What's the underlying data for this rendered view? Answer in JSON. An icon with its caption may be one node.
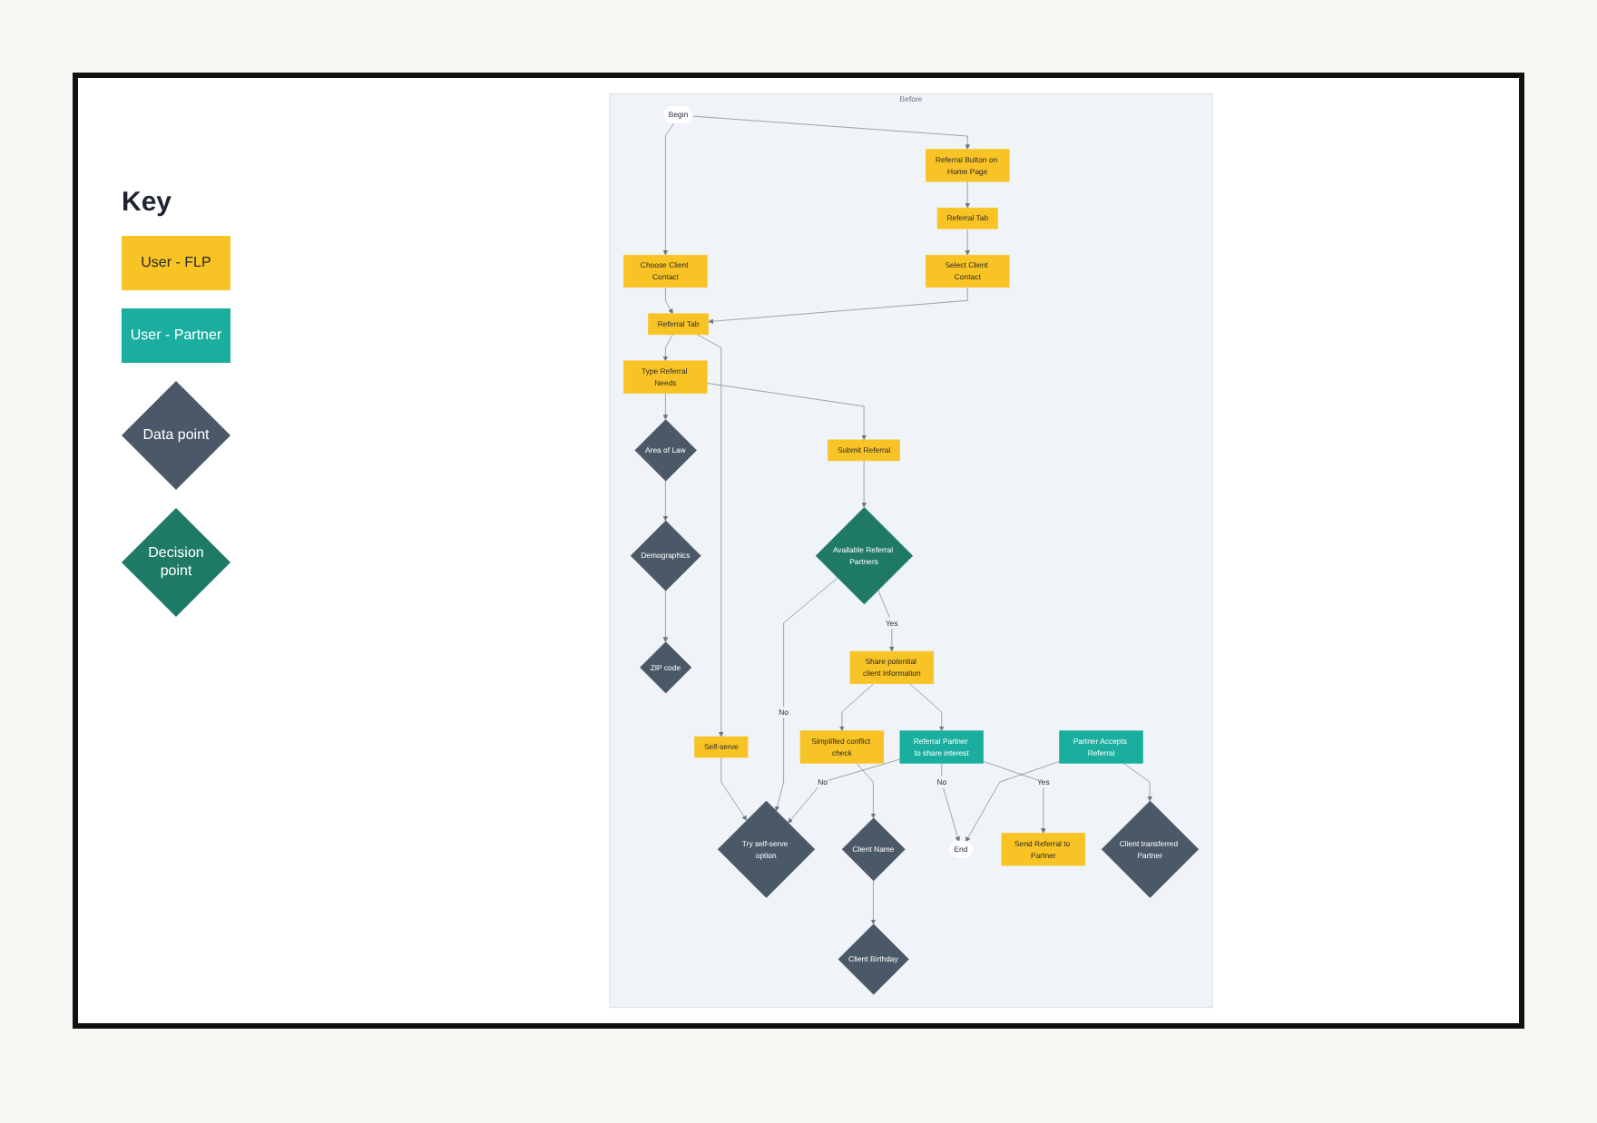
{
  "diagram": {
    "nodes": [
      {
        "text": [
          "Before"
        ]
      },
      {
        "text": [
          "Begin"
        ],
        "in": 0
      },
      {
        "text": [
          "Referral Button on Home Page"
        ],
        "in": 0
      },
      {
        "text": [
          "Referral Tab"
        ],
        "in": 0
      },
      {
        "text": [
          "Select Client Contact"
        ],
        "in": 0
      },
      {
        "text": [
          "Choose Client Contact"
        ],
        "in": 0
      },
      {
        "text": [
          "Referral Tab"
        ],
        "in": 0
      },
      {
        "text": [
          "Self-serve"
        ],
        "in": 0
      },
      {
        "text": [
          "Type Referral Needs"
        ],
        "in": 0
      },
      {
        "text": [
          "Area of Law"
        ],
        "in": 0
      },
      {
        "text": [
          "Demographics"
        ],
        "in": 0
      },
      {
        "text": [
          "ZIP code"
        ],
        "in": 0
      },
      {
        "text": [
          "Submit Referral"
        ],
        "in": 0
      },
      {
        "text": [
          "Available Referral Partners"
        ],
        "in": 0
      },
      {
        "text": [
          "Try self-serve option"
        ],
        "in": 0
      },
      {
        "text": [
          "Client Birthday"
        ],
        "in": 0
      },
      {
        "text": [
          "Client Name"
        ],
        "in": 0
      },
      {
        "text": [
          "Simplified conflict check"
        ],
        "in": 0
      },
      {
        "text": [
          "Share potential client information"
        ],
        "in": 0
      },
      {
        "text": [
          "Referral Partner to share interest"
        ],
        "in": 0
      },
      {
        "text": [
          "End"
        ],
        "in": 0
      },
      {
        "text": [
          "Client transferred Partner"
        ],
        "in": 0
      },
      {
        "text": [
          "Partner Accepts Referral"
        ],
        "in": 0
      },
      {
        "text": [
          "Send Referral to Partner"
        ],
        "in": 0
      }
    ],
    "edges": [
      {
        "from": 1,
        "to": 2,
        "arrow": "to"
      },
      {
        "from": 2,
        "to": 3,
        "arrow": "to"
      },
      {
        "from": 3,
        "to": 4,
        "arrow": "to"
      },
      {
        "from": 1,
        "to": 5,
        "arrow": "to"
      },
      {
        "from": 5,
        "to": 6,
        "arrow": "to"
      },
      {
        "from": 4,
        "to": 6,
        "arrow": "to"
      },
      {
        "from": 6,
        "to": 7,
        "arrow": "to"
      },
      {
        "from": 6,
        "to": 8,
        "arrow": "to"
      },
      {
        "from": 7,
        "to": 14,
        "arrow": "to"
      },
      {
        "from": 8,
        "to": 9,
        "arrow": "to"
      },
      {
        "from": 9,
        "to": 10,
        "arrow": "to"
      },
      {
        "from": 10,
        "to": 11,
        "arrow": "to"
      },
      {
        "from": 8,
        "to": 12,
        "arrow": "to"
      },
      {
        "from": 12,
        "to": 13,
        "arrow": "to"
      },
      {
        "from": 13,
        "to": 14,
        "arrow": "to",
        "label": "No"
      },
      {
        "from": 13,
        "to": 18,
        "arrow": "to",
        "label": "Yes"
      },
      {
        "from": 18,
        "to": 17,
        "arrow": "to"
      },
      {
        "from": 17,
        "to": 16,
        "arrow": "to"
      },
      {
        "from": 16,
        "to": 15,
        "arrow": "to"
      },
      {
        "from": 18,
        "to": 19,
        "arrow": "to"
      },
      {
        "from": 19,
        "to": 20,
        "arrow": "to",
        "label": "No"
      },
      {
        "from": 19,
        "to": 14,
        "arrow": "to",
        "label": "No"
      },
      {
        "from": 19,
        "to": 23,
        "arrow": "to",
        "label": "Yes"
      },
      {
        "from": 22,
        "to": 21,
        "arrow": "to"
      },
      {
        "from": 22,
        "to": 20,
        "arrow": "to"
      }
    ],
    "labels": [
      "Key"
    ],
    "legend": [
      {
        "text": "User - FLP",
        "color": "#f8c325"
      },
      {
        "text": "User - Partner",
        "color": "#1aae9f"
      },
      {
        "text": "Data point",
        "color": "#4b5867"
      },
      {
        "text": "Decision point",
        "color": "#1e7a64"
      }
    ]
  }
}
